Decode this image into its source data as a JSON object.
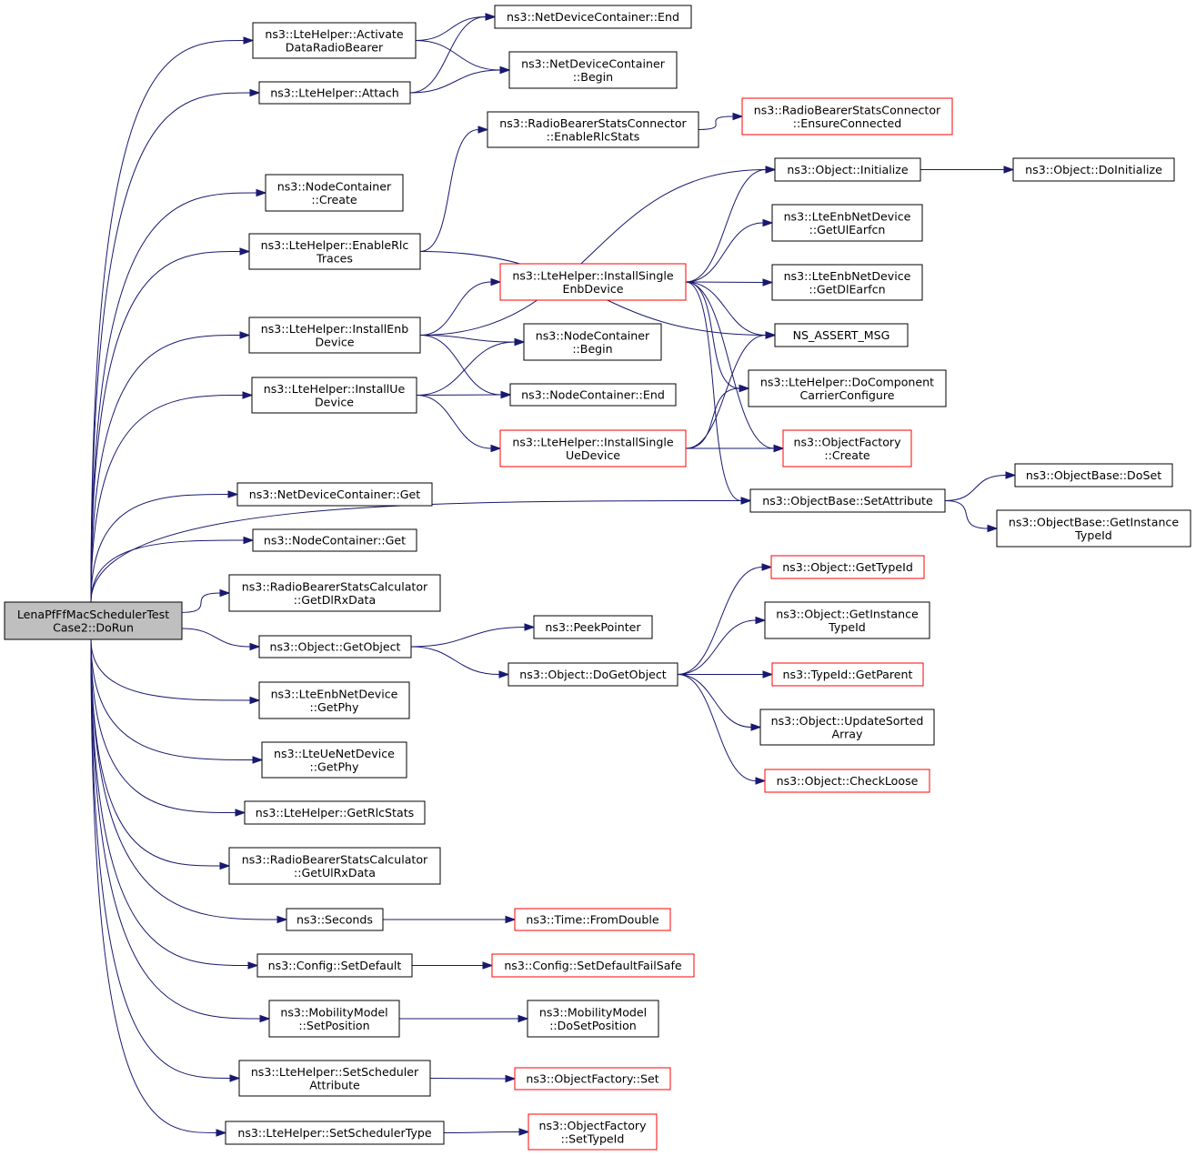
{
  "graph": {
    "root": "LenaPfFfMacSchedulerTestCase2::DoRun",
    "nodes": {
      "root": {
        "lines": [
          "LenaPfFfMacSchedulerTest",
          "Case2::DoRun"
        ],
        "style": "root"
      },
      "n1": {
        "lines": [
          "ns3::LteHelper::Activate",
          "DataRadioBearer"
        ],
        "style": "black"
      },
      "n2": {
        "lines": [
          "ns3::NetDeviceContainer::End"
        ],
        "style": "black"
      },
      "n3": {
        "lines": [
          "ns3::NetDeviceContainer",
          "::Begin"
        ],
        "style": "black"
      },
      "n4": {
        "lines": [
          "ns3::LteHelper::Attach"
        ],
        "style": "black"
      },
      "n5": {
        "lines": [
          "ns3::NodeContainer",
          "::Create"
        ],
        "style": "black"
      },
      "n6": {
        "lines": [
          "ns3::LteHelper::EnableRlc",
          "Traces"
        ],
        "style": "black"
      },
      "n7": {
        "lines": [
          "ns3::RadioBearerStatsConnector",
          "::EnableRlcStats"
        ],
        "style": "black"
      },
      "n8": {
        "lines": [
          "ns3::RadioBearerStatsConnector",
          "::EnsureConnected"
        ],
        "style": "red"
      },
      "n9": {
        "lines": [
          "NS_ASSERT_MSG"
        ],
        "style": "black"
      },
      "n10": {
        "lines": [
          "ns3::LteHelper::InstallEnb",
          "Device"
        ],
        "style": "black"
      },
      "n11": {
        "lines": [
          "ns3::LteHelper::InstallSingle",
          "EnbDevice"
        ],
        "style": "red"
      },
      "n12": {
        "lines": [
          "ns3::Object::Initialize"
        ],
        "style": "black"
      },
      "n13": {
        "lines": [
          "ns3::Object::DoInitialize"
        ],
        "style": "black"
      },
      "n14": {
        "lines": [
          "ns3::LteEnbNetDevice",
          "::GetUlEarfcn"
        ],
        "style": "black"
      },
      "n15": {
        "lines": [
          "ns3::LteEnbNetDevice",
          "::GetDlEarfcn"
        ],
        "style": "black"
      },
      "n16": {
        "lines": [
          "ns3::LteHelper::DoComponent",
          "CarrierConfigure"
        ],
        "style": "black"
      },
      "n17": {
        "lines": [
          "ns3::ObjectFactory",
          "::Create"
        ],
        "style": "red"
      },
      "n18": {
        "lines": [
          "ns3::ObjectBase::SetAttribute"
        ],
        "style": "black"
      },
      "n19": {
        "lines": [
          "ns3::ObjectBase::DoSet"
        ],
        "style": "black"
      },
      "n20": {
        "lines": [
          "ns3::ObjectBase::GetInstance",
          "TypeId"
        ],
        "style": "black"
      },
      "n21": {
        "lines": [
          "ns3::NodeContainer",
          "::Begin"
        ],
        "style": "black"
      },
      "n22": {
        "lines": [
          "ns3::NodeContainer::End"
        ],
        "style": "black"
      },
      "n23": {
        "lines": [
          "ns3::LteHelper::InstallUe",
          "Device"
        ],
        "style": "black"
      },
      "n24": {
        "lines": [
          "ns3::LteHelper::InstallSingle",
          "UeDevice"
        ],
        "style": "red"
      },
      "n25": {
        "lines": [
          "ns3::NetDeviceContainer::Get"
        ],
        "style": "black"
      },
      "n26": {
        "lines": [
          "ns3::NodeContainer::Get"
        ],
        "style": "black"
      },
      "n27": {
        "lines": [
          "ns3::RadioBearerStatsCalculator",
          "::GetDlRxData"
        ],
        "style": "black"
      },
      "n28": {
        "lines": [
          "ns3::Object::GetObject"
        ],
        "style": "black"
      },
      "n29": {
        "lines": [
          "ns3::PeekPointer"
        ],
        "style": "black"
      },
      "n30": {
        "lines": [
          "ns3::Object::DoGetObject"
        ],
        "style": "black"
      },
      "n31": {
        "lines": [
          "ns3::Object::GetTypeId"
        ],
        "style": "red"
      },
      "n32": {
        "lines": [
          "ns3::Object::GetInstance",
          "TypeId"
        ],
        "style": "black"
      },
      "n33": {
        "lines": [
          "ns3::TypeId::GetParent"
        ],
        "style": "red"
      },
      "n34": {
        "lines": [
          "ns3::Object::UpdateSorted",
          "Array"
        ],
        "style": "black"
      },
      "n35": {
        "lines": [
          "ns3::Object::CheckLoose"
        ],
        "style": "red"
      },
      "n36": {
        "lines": [
          "ns3::LteEnbNetDevice",
          "::GetPhy"
        ],
        "style": "black"
      },
      "n37": {
        "lines": [
          "ns3::LteUeNetDevice",
          "::GetPhy"
        ],
        "style": "black"
      },
      "n38": {
        "lines": [
          "ns3::LteHelper::GetRlcStats"
        ],
        "style": "black"
      },
      "n39": {
        "lines": [
          "ns3::RadioBearerStatsCalculator",
          "::GetUlRxData"
        ],
        "style": "black"
      },
      "n40": {
        "lines": [
          "ns3::Seconds"
        ],
        "style": "black"
      },
      "n41": {
        "lines": [
          "ns3::Time::FromDouble"
        ],
        "style": "red"
      },
      "n42": {
        "lines": [
          "ns3::Config::SetDefault"
        ],
        "style": "black"
      },
      "n43": {
        "lines": [
          "ns3::Config::SetDefaultFailSafe"
        ],
        "style": "red"
      },
      "n44": {
        "lines": [
          "ns3::MobilityModel",
          "::SetPosition"
        ],
        "style": "black"
      },
      "n45": {
        "lines": [
          "ns3::MobilityModel",
          "::DoSetPosition"
        ],
        "style": "black"
      },
      "n46": {
        "lines": [
          "ns3::LteHelper::SetScheduler",
          "Attribute"
        ],
        "style": "black"
      },
      "n47": {
        "lines": [
          "ns3::ObjectFactory::Set"
        ],
        "style": "red"
      },
      "n48": {
        "lines": [
          "ns3::LteHelper::SetSchedulerType"
        ],
        "style": "black"
      },
      "n49": {
        "lines": [
          "ns3::ObjectFactory",
          "::SetTypeId"
        ],
        "style": "red"
      }
    },
    "edges": [
      [
        "root",
        "n1"
      ],
      [
        "root",
        "n4"
      ],
      [
        "root",
        "n5"
      ],
      [
        "root",
        "n6"
      ],
      [
        "root",
        "n10"
      ],
      [
        "root",
        "n23"
      ],
      [
        "root",
        "n18"
      ],
      [
        "root",
        "n25"
      ],
      [
        "root",
        "n26"
      ],
      [
        "root",
        "n27"
      ],
      [
        "root",
        "n28"
      ],
      [
        "root",
        "n36"
      ],
      [
        "root",
        "n37"
      ],
      [
        "root",
        "n38"
      ],
      [
        "root",
        "n39"
      ],
      [
        "root",
        "n40"
      ],
      [
        "root",
        "n42"
      ],
      [
        "root",
        "n44"
      ],
      [
        "root",
        "n46"
      ],
      [
        "root",
        "n48"
      ],
      [
        "n1",
        "n2"
      ],
      [
        "n1",
        "n3"
      ],
      [
        "n4",
        "n2"
      ],
      [
        "n4",
        "n3"
      ],
      [
        "n6",
        "n7"
      ],
      [
        "n6",
        "n9"
      ],
      [
        "n7",
        "n8"
      ],
      [
        "n10",
        "n12"
      ],
      [
        "n10",
        "n11"
      ],
      [
        "n10",
        "n21"
      ],
      [
        "n10",
        "n22"
      ],
      [
        "n11",
        "n12"
      ],
      [
        "n11",
        "n14"
      ],
      [
        "n11",
        "n15"
      ],
      [
        "n11",
        "n9"
      ],
      [
        "n11",
        "n16"
      ],
      [
        "n11",
        "n17"
      ],
      [
        "n11",
        "n18"
      ],
      [
        "n12",
        "n13"
      ],
      [
        "n18",
        "n19"
      ],
      [
        "n18",
        "n20"
      ],
      [
        "n23",
        "n21"
      ],
      [
        "n23",
        "n22"
      ],
      [
        "n23",
        "n24"
      ],
      [
        "n24",
        "n9"
      ],
      [
        "n24",
        "n16"
      ],
      [
        "n24",
        "n17"
      ],
      [
        "n28",
        "n29"
      ],
      [
        "n28",
        "n30"
      ],
      [
        "n30",
        "n31"
      ],
      [
        "n30",
        "n32"
      ],
      [
        "n30",
        "n33"
      ],
      [
        "n30",
        "n34"
      ],
      [
        "n30",
        "n35"
      ],
      [
        "n40",
        "n41"
      ],
      [
        "n42",
        "n43"
      ],
      [
        "n44",
        "n45"
      ],
      [
        "n46",
        "n47"
      ],
      [
        "n48",
        "n49"
      ]
    ]
  }
}
